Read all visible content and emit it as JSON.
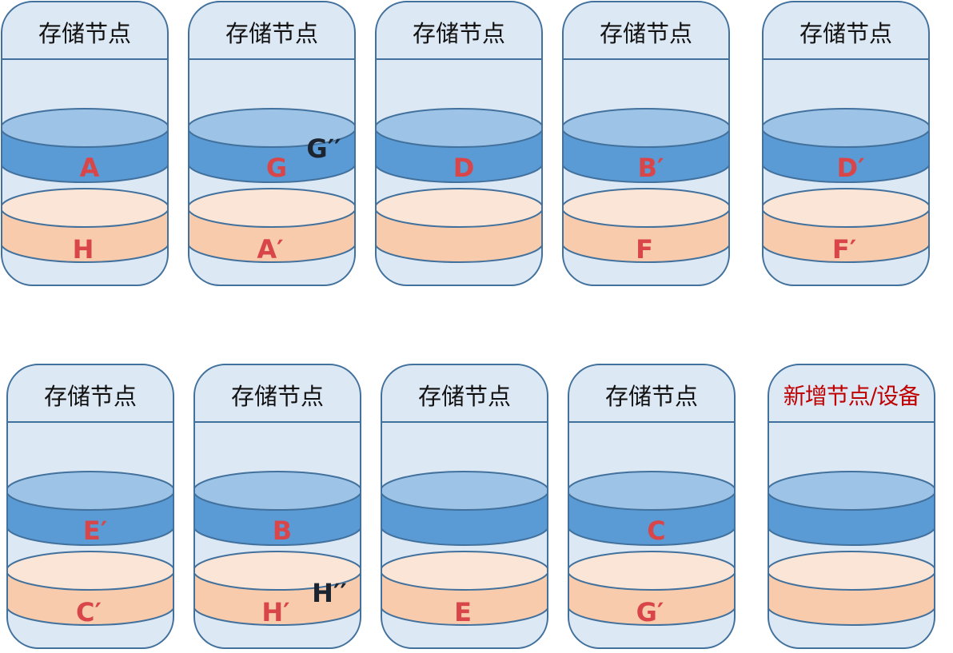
{
  "colors": {
    "container_fill": "#dde8f5",
    "container_stroke": "#41719c",
    "blue_disk_top": "#9dc3e6",
    "blue_disk_body": "#5b9bd5",
    "orange_disk_top": "#fbe5d6",
    "orange_disk_body": "#f8cbad",
    "label_red": "#d9464a",
    "label_dark": "#1c2430",
    "new_title_red": "#c00000"
  },
  "nodes": [
    {
      "title": "存储节点",
      "upper": "A",
      "lower": "H",
      "extra": ""
    },
    {
      "title": "存储节点",
      "upper": "G",
      "lower": "A′",
      "extra": "G′′"
    },
    {
      "title": "存储节点",
      "upper": "D",
      "lower": "",
      "extra": ""
    },
    {
      "title": "存储节点",
      "upper": "B′",
      "lower": "F",
      "extra": ""
    },
    {
      "title": "存储节点",
      "upper": "D′",
      "lower": "F′",
      "extra": ""
    },
    {
      "title": "存储节点",
      "upper": "E′",
      "lower": "C′",
      "extra": ""
    },
    {
      "title": "存储节点",
      "upper": "B",
      "lower": "H′",
      "extra": "H′′"
    },
    {
      "title": "存储节点",
      "upper": "",
      "lower": "E",
      "extra": ""
    },
    {
      "title": "存储节点",
      "upper": "C",
      "lower": "G′",
      "extra": ""
    },
    {
      "title": "新增节点/设备",
      "upper": "",
      "lower": "",
      "extra": "",
      "is_new": true
    }
  ]
}
